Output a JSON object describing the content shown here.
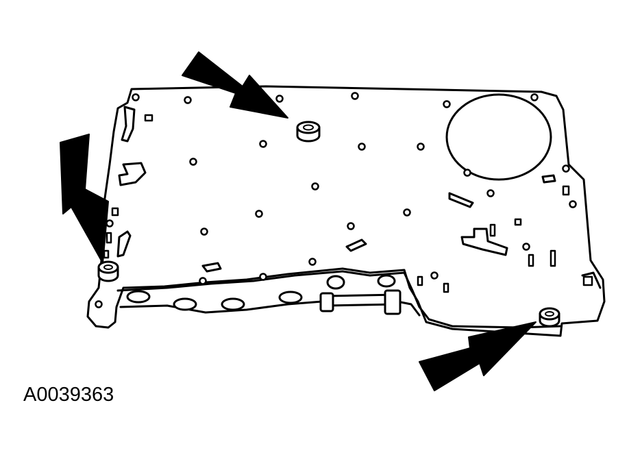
{
  "figure": {
    "id_label": "A0039363"
  },
  "colors": {
    "line": "#000000",
    "fill": "#ffffff",
    "arrow": "#000000"
  },
  "callouts": [
    {
      "name": "arrow-top-pointing-to-top-boss"
    },
    {
      "name": "arrow-left-pointing-to-left-boss"
    },
    {
      "name": "arrow-bottom-right-pointing-to-right-boss"
    }
  ]
}
